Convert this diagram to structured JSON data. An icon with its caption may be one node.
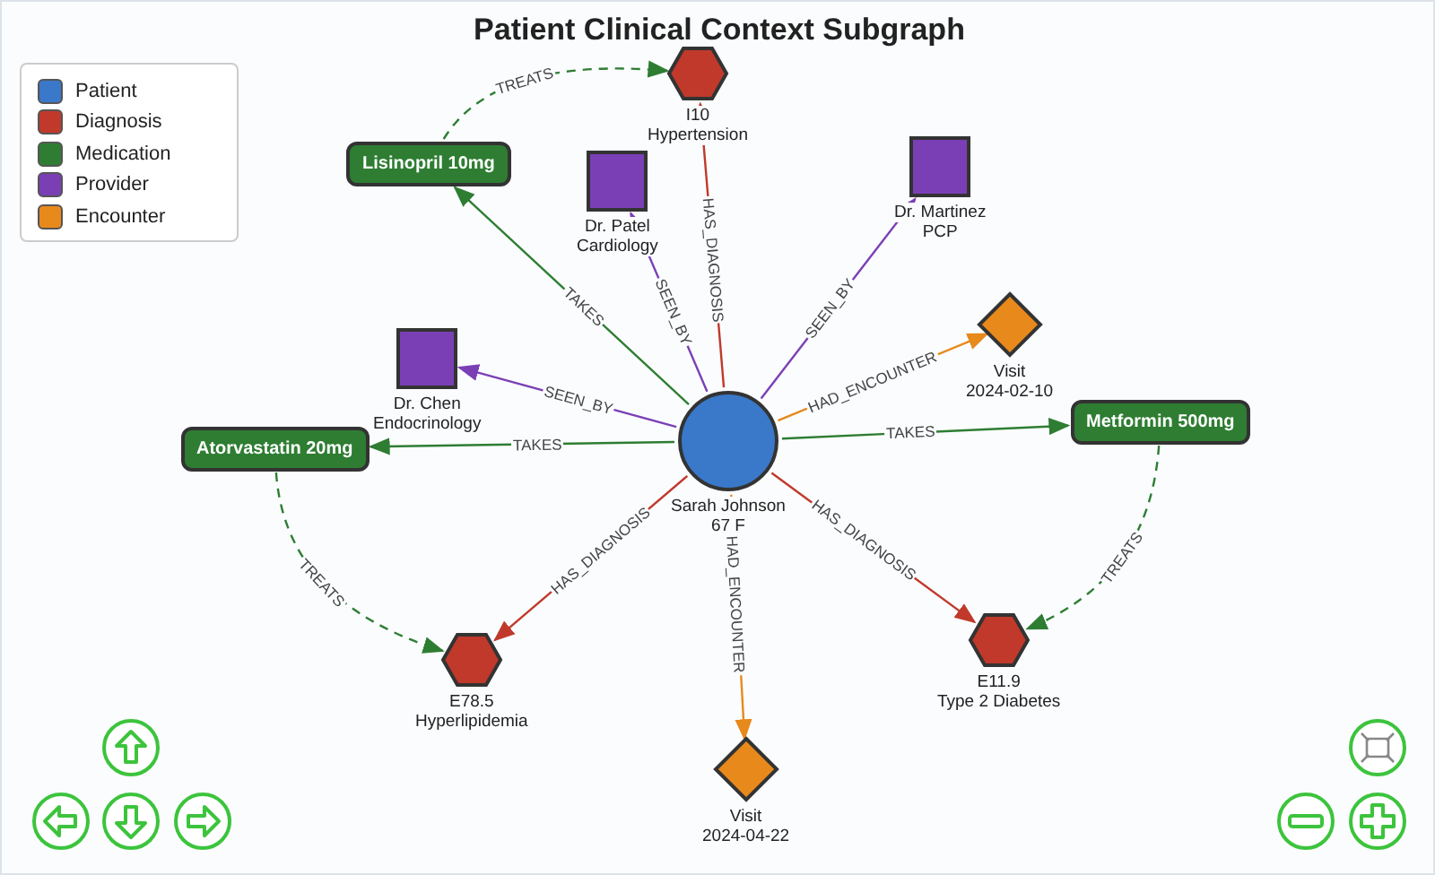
{
  "diagram": {
    "title": "Patient Clinical Context Subgraph",
    "nodes": [
      {
        "text": [
          "Sarah Johnson",
          "67 F"
        ]
      },
      {
        "text": [
          "I10",
          "Hypertension"
        ]
      },
      {
        "text": [
          "Lisinopril 10mg"
        ]
      },
      {
        "text": [
          "Dr. Patel",
          "Cardiology"
        ]
      },
      {
        "text": [
          "Dr. Martinez",
          "PCP"
        ]
      },
      {
        "text": [
          "Visit",
          "2024-02-10"
        ]
      },
      {
        "text": [
          "Dr. Chen",
          "Endocrinology"
        ]
      },
      {
        "text": [
          "Atorvastatin 20mg"
        ]
      },
      {
        "text": [
          "Metformin 500mg"
        ]
      },
      {
        "text": [
          "E78.5",
          "Hyperlipidemia"
        ]
      },
      {
        "text": [
          "E11.9",
          "Type 2 Diabetes"
        ]
      },
      {
        "text": [
          "Visit",
          "2024-04-22"
        ]
      }
    ],
    "edges": [
      {
        "from": 0,
        "to": 1,
        "arrow": "to",
        "label": "HAS_DIAGNOSIS",
        "color": "#c0392b"
      },
      {
        "from": 0,
        "to": 2,
        "arrow": "to",
        "label": "TAKES"
      },
      {
        "from": 0,
        "to": 3,
        "arrow": "to",
        "label": "SEEN_BY",
        "color": "#7b3fb5"
      },
      {
        "from": 0,
        "to": 4,
        "arrow": "to",
        "label": "SEEN_BY",
        "color": "#7b3fb5"
      },
      {
        "from": 0,
        "to": 5,
        "arrow": "to",
        "label": "HAD_ENCOUNTER",
        "color": "#e8891c"
      },
      {
        "from": 0,
        "to": 6,
        "arrow": "to",
        "label": "SEEN_BY",
        "color": "#7b3fb5"
      },
      {
        "from": 0,
        "to": 7,
        "arrow": "to",
        "label": "TAKES"
      },
      {
        "from": 0,
        "to": 8,
        "arrow": "to",
        "label": "TAKES"
      },
      {
        "from": 0,
        "to": 9,
        "arrow": "to",
        "label": "HAS_DIAGNOSIS",
        "color": "#c0392b"
      },
      {
        "from": 0,
        "to": 10,
        "arrow": "to",
        "label": "HAS_DIAGNOSIS",
        "color": "#c0392b"
      },
      {
        "from": 0,
        "to": 11,
        "arrow": "to",
        "label": "HAD_ENCOUNTER",
        "color": "#e8891c"
      },
      {
        "from": 2,
        "to": 1,
        "arrow": "to",
        "label": "TREATS",
        "style": "dashed"
      },
      {
        "from": 7,
        "to": 9,
        "arrow": "to",
        "label": "TREATS",
        "style": "dashed"
      },
      {
        "from": 8,
        "to": 10,
        "arrow": "to",
        "label": "TREATS",
        "style": "dashed"
      }
    ],
    "legend": [
      {
        "text": "Patient",
        "color": "#3a78c9"
      },
      {
        "text": "Diagnosis",
        "color": "#c0392b"
      },
      {
        "text": "Medication",
        "color": "#2e7d32"
      },
      {
        "text": "Provider",
        "color": "#7b3fb5"
      },
      {
        "text": "Encounter",
        "color": "#e8891c"
      }
    ]
  }
}
